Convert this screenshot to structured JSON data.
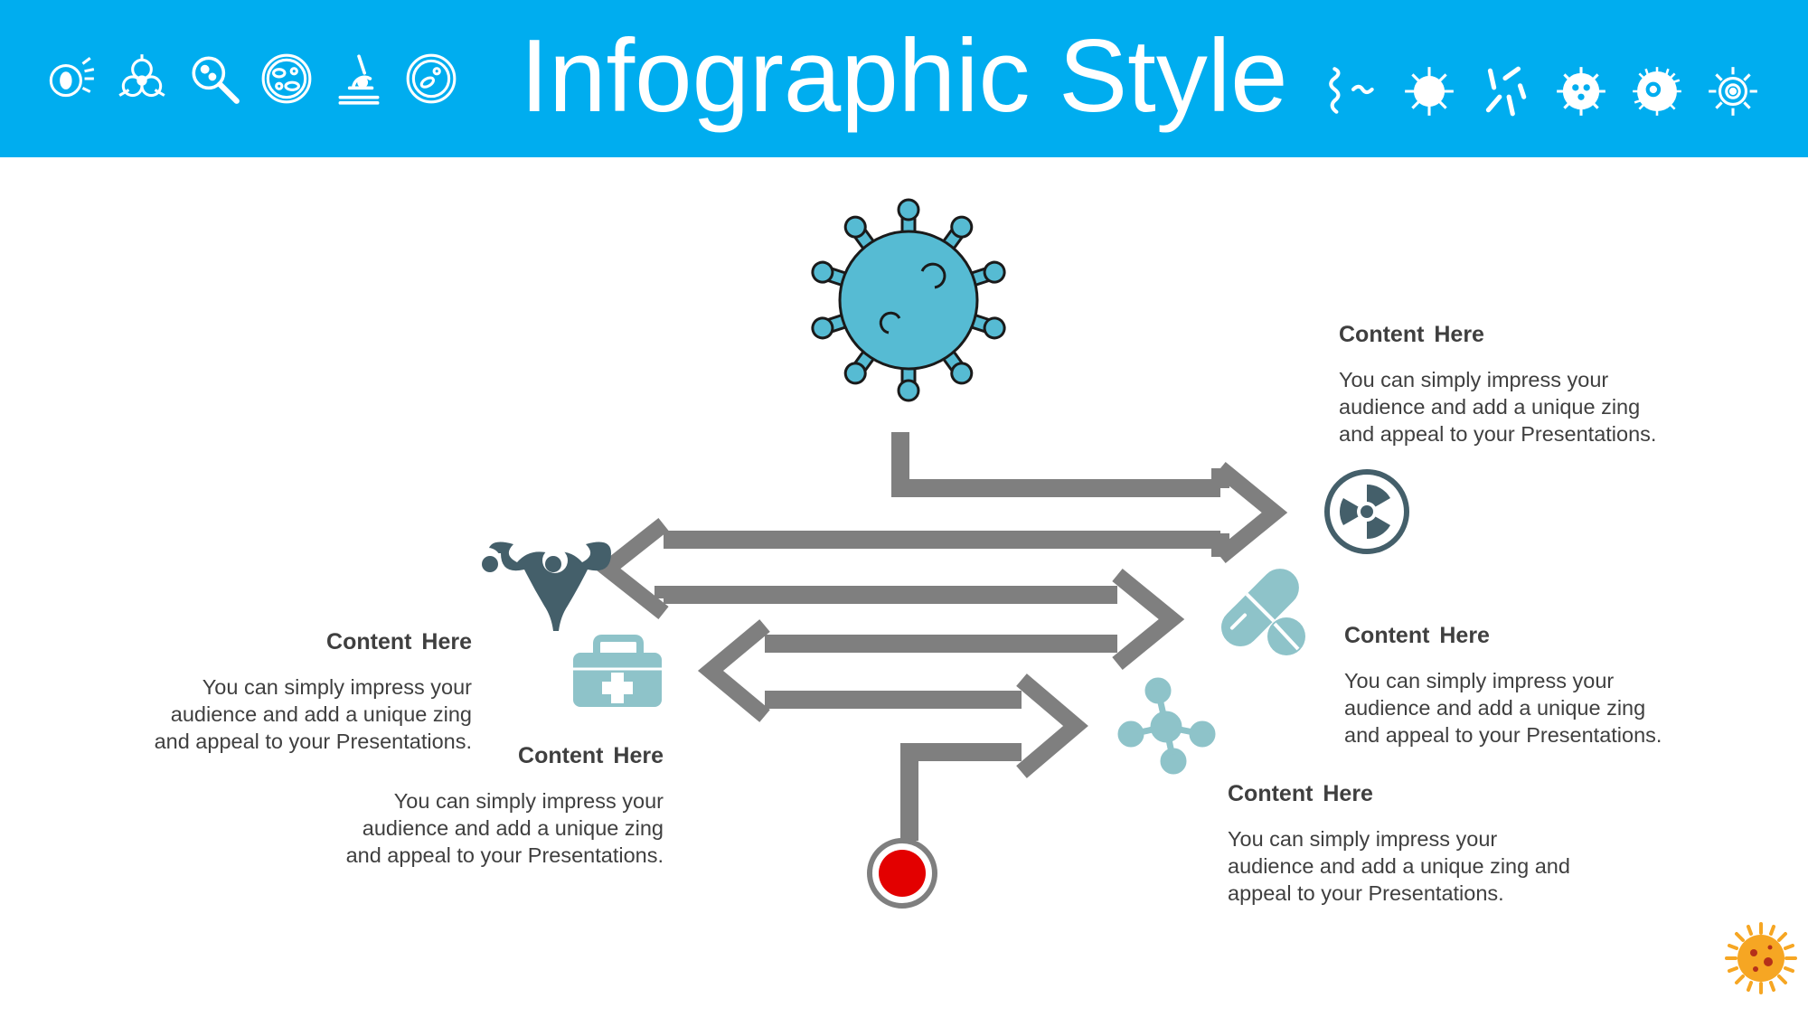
{
  "header": {
    "title": "Infographic Style",
    "left_icons": [
      "bacteria-spray-icon",
      "biohazard-icon",
      "magnifier-germ-icon",
      "petri-dish-icon",
      "microscope-icon",
      "cell-icon"
    ],
    "right_icons": [
      "worm-bacteria-icon",
      "virus-icon",
      "bacilli-icon",
      "spotted-cell-icon",
      "spiky-cell-icon",
      "sun-virus-icon"
    ]
  },
  "colors": {
    "header_bg": "#00adef",
    "arrow": "#7f7f7f",
    "virus": "#56bbd3",
    "teal_icon": "#8ec3c9",
    "dark_icon": "#445f6a",
    "start_dot": "#e30000"
  },
  "blocks": [
    {
      "heading": "Content  Here",
      "body": [
        "You can simply impress your",
        "audience and add a unique zing",
        "and appeal to your Presentations."
      ]
    },
    {
      "heading": "Content  Here",
      "body": [
        "You can simply impress your",
        "audience and add a unique zing",
        "and appeal to your Presentations."
      ]
    },
    {
      "heading": "Content  Here",
      "body": [
        "You can simply impress your",
        "audience and add a unique zing",
        "and appeal to your Presentations."
      ]
    },
    {
      "heading": "Content  Here",
      "body": [
        "You can simply impress your",
        "audience and add a unique zing",
        "and appeal to your Presentations."
      ]
    },
    {
      "heading": "Content  Here",
      "body": [
        "You can simply impress your",
        "audience and add a unique zing and",
        "appeal to your Presentations."
      ]
    }
  ],
  "diagram_icons": {
    "top": "virus-icon",
    "radiation": "radiation-icon",
    "uterus": "uterus-icon",
    "pills": "pills-icon",
    "first_aid": "first-aid-kit-icon",
    "molecule": "molecule-icon",
    "start": "start-node-icon",
    "corner": "orange-virus-icon"
  }
}
